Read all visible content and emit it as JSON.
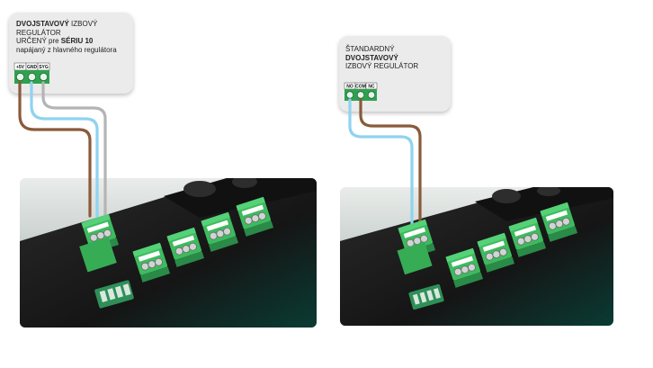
{
  "left_regulator": {
    "title_bold": "DVOJSTAVOVÝ",
    "title_rest": " IZBOVÝ REGULÁTOR",
    "line2_a": "URČENÝ pre ",
    "line2_b": "SÉRIU 10",
    "line3": "napájaný z hlavného regulátora",
    "terminals": [
      "+5V",
      "GND",
      "SYG"
    ]
  },
  "right_regulator": {
    "line1_a": "ŠTANDARDNÝ ",
    "line1_b": "DVOJSTAVOVÝ",
    "line2": "IZBOVÝ REGULÁTOR",
    "terminals": [
      "NO",
      "COM",
      "NC"
    ]
  },
  "colors": {
    "brown_wire": "#8a5a3a",
    "blue_wire": "#8fd3ef",
    "gray_wire": "#b4b4b4",
    "terminal_green": "#3dbb5e",
    "board_dark": "#1c1c1c"
  }
}
